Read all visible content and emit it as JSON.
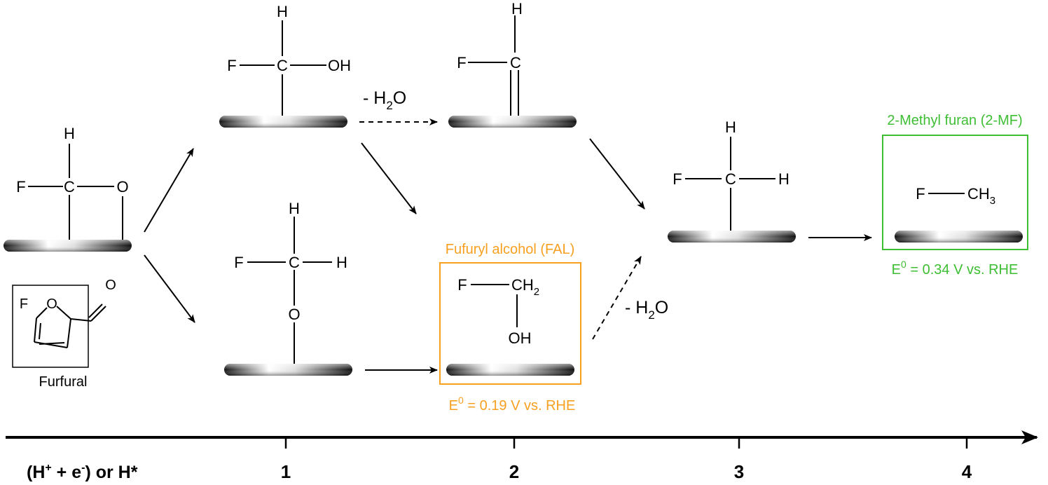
{
  "atoms": {
    "H": "H",
    "C": "C",
    "O": "O",
    "F": "F",
    "OH": "OH",
    "CH": "CH",
    "CH3_base": "CH",
    "sub3": "3",
    "sub2": "2"
  },
  "water_loss": {
    "prefix": "- H",
    "sub": "2",
    "suffix": "O"
  },
  "products": {
    "fal": {
      "label": "Fufuryl alcohol (FAL)",
      "potential_prefix": "E",
      "potential_sup": "0",
      "potential_value": " = 0.19 V vs. RHE",
      "color": "#F7A020"
    },
    "mf": {
      "label": "2-Methyl furan (2-MF)",
      "potential_prefix": "E",
      "potential_sup": "0",
      "potential_value": " = 0.34 V vs. RHE",
      "color": "#3DBE33"
    }
  },
  "furfural": {
    "label": "Furfural",
    "ring_o": "O",
    "ald_o": "O",
    "f": "F"
  },
  "axis": {
    "start_label": {
      "a": "(H",
      "plus": "+",
      "b": " + e",
      "minus": "-",
      "c": ") or H*"
    },
    "steps": [
      "1",
      "2",
      "3",
      "4"
    ]
  },
  "colors": {
    "line": "#000000",
    "surface_dark": "#111111",
    "surface_light": "#ffffff"
  }
}
